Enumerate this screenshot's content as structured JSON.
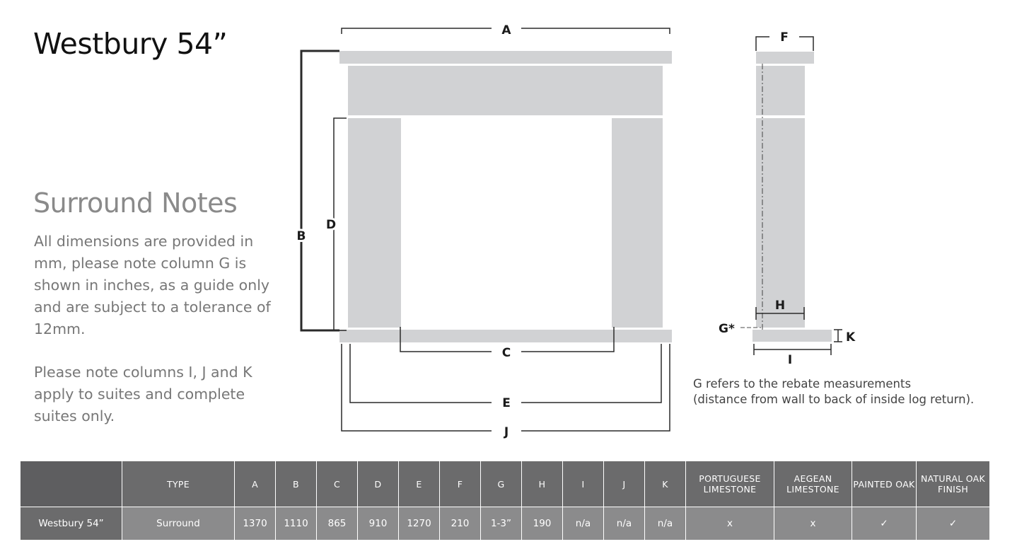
{
  "title": "Westbury 54”",
  "notes": {
    "heading": "Surround Notes",
    "paragraph_1": "All dimensions are provided in mm, please note column G is shown in inches,  as a guide only and are subject to a tolerance of 12mm.",
    "paragraph_2": "Please note columns I, J and K apply to suites and complete suites only."
  },
  "diagram": {
    "labels": {
      "A": "A",
      "B": "B",
      "C": "C",
      "D": "D",
      "E": "E",
      "F": "F",
      "G": "G*",
      "H": "H",
      "I": "I",
      "J": "J",
      "K": "K"
    },
    "rebate_note_line1": "G refers to the rebate measurements",
    "rebate_note_line2": "(distance from wall to back of inside log return)."
  },
  "table": {
    "headers": [
      "",
      "TYPE",
      "A",
      "B",
      "C",
      "D",
      "E",
      "F",
      "G",
      "H",
      "I",
      "J",
      "K",
      "PORTUGUESE LIMESTONE",
      "AEGEAN LIMESTONE",
      "PAINTED OAK",
      "NATURAL OAK FINISH"
    ],
    "rows": [
      [
        "Westbury 54”",
        "Surround",
        "1370",
        "1110",
        "865",
        "910",
        "1270",
        "210",
        "1-3”",
        "190",
        "n/a",
        "n/a",
        "n/a",
        "x",
        "x",
        "✓",
        "✓"
      ]
    ]
  },
  "colors": {
    "stone": "#d1d2d4",
    "table_header": "#6b6b6c",
    "table_row": "#8b8b8c"
  }
}
